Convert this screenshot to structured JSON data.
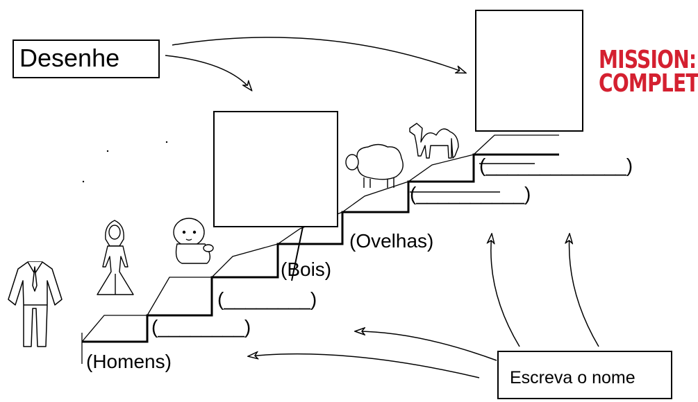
{
  "instructions": {
    "draw": "Desenhe",
    "write": "Escreva o nome"
  },
  "stamp": {
    "line1": "MISSION:",
    "line2": "COMPLETE",
    "color": "#d42030"
  },
  "steps": [
    {
      "text": "(Homens)"
    },
    {
      "text": "(________)"
    },
    {
      "text": "(________)"
    },
    {
      "text": "(Bois)"
    },
    {
      "text": "(Ovelhas)"
    },
    {
      "text": "(__________)"
    },
    {
      "text": "(_____________)"
    }
  ],
  "figures": [
    "shirt-icon",
    "princess-icon",
    "baby-icon",
    "sheep-icon",
    "camel-icon"
  ]
}
